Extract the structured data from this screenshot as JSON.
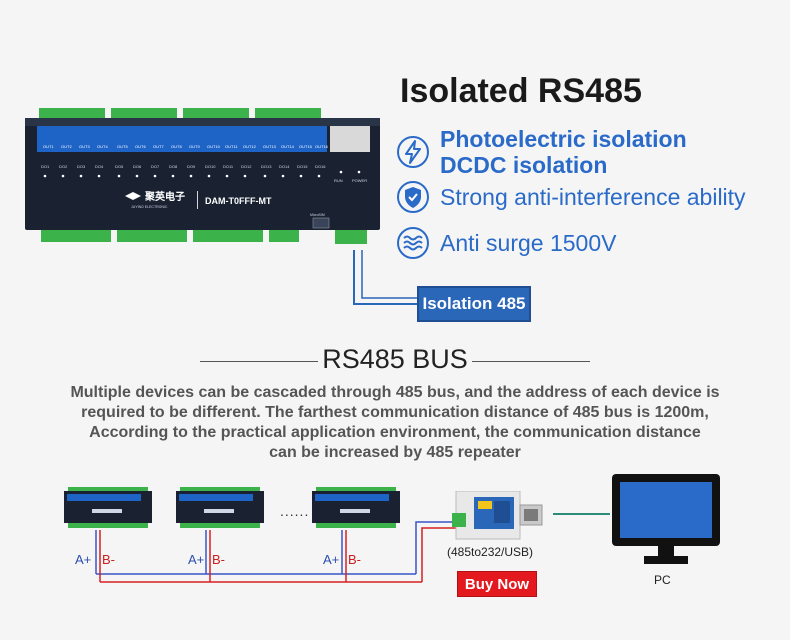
{
  "header": {
    "title": "Isolated RS485"
  },
  "features": [
    {
      "lines": [
        "Photoelectric isolation",
        "DCDC isolation"
      ],
      "icon": "lightning-icon"
    },
    {
      "lines": [
        "Strong anti-interference ability"
      ],
      "icon": "shield-icon"
    },
    {
      "lines": [
        "Anti surge 1500V"
      ],
      "icon": "surge-wave-icon"
    }
  ],
  "device": {
    "brand": "聚英电子",
    "brand_sub": "JUYING ELECTRONIC",
    "model": "DAM-T0FFF-MT",
    "out_labels": [
      "OUT1",
      "OUT2",
      "OUT3",
      "OUT4",
      "OUT5",
      "OUT6",
      "OUT7",
      "OUT8",
      "OUT9",
      "OUT10",
      "OUT11",
      "OUT12",
      "OUT13",
      "OUT14",
      "OUT15",
      "OUT16"
    ],
    "do_labels": [
      "DO1",
      "DO2",
      "DO3",
      "DO4",
      "DO5",
      "DO6",
      "DO7",
      "DO8",
      "DO9",
      "DO10",
      "DO11",
      "DO12",
      "DO13",
      "DO14",
      "DO15",
      "DO16"
    ],
    "run_label": "RUN",
    "power_label": "POWER",
    "micro_label": "MicroSIM"
  },
  "isolation_label": "Isolation 485",
  "bus_section": {
    "title": "RS485 BUS",
    "description": [
      "Multiple devices can be cascaded through 485 bus, and the address of each device is",
      "required to be different. The farthest communication distance of 485 bus is 1200m,",
      "According to the practical application environment, the communication distance",
      "can be increased by 485 repeater"
    ]
  },
  "diagram": {
    "ellipsis": "......",
    "a_label": "A+",
    "b_label": "B-",
    "converter_label": "(485to232/USB)",
    "pc_label": "PC",
    "buy_label": "Buy Now"
  },
  "colors": {
    "accent_blue": "#2a6ac8",
    "label_blue": "#2b67b8",
    "buy_red": "#e4191f",
    "bus_blue": "#3a55c8",
    "bus_red": "#d62020",
    "device_dark": "#1a2232",
    "terminal_blue": "#1e63c6",
    "terminal_green": "#3bb34a"
  }
}
